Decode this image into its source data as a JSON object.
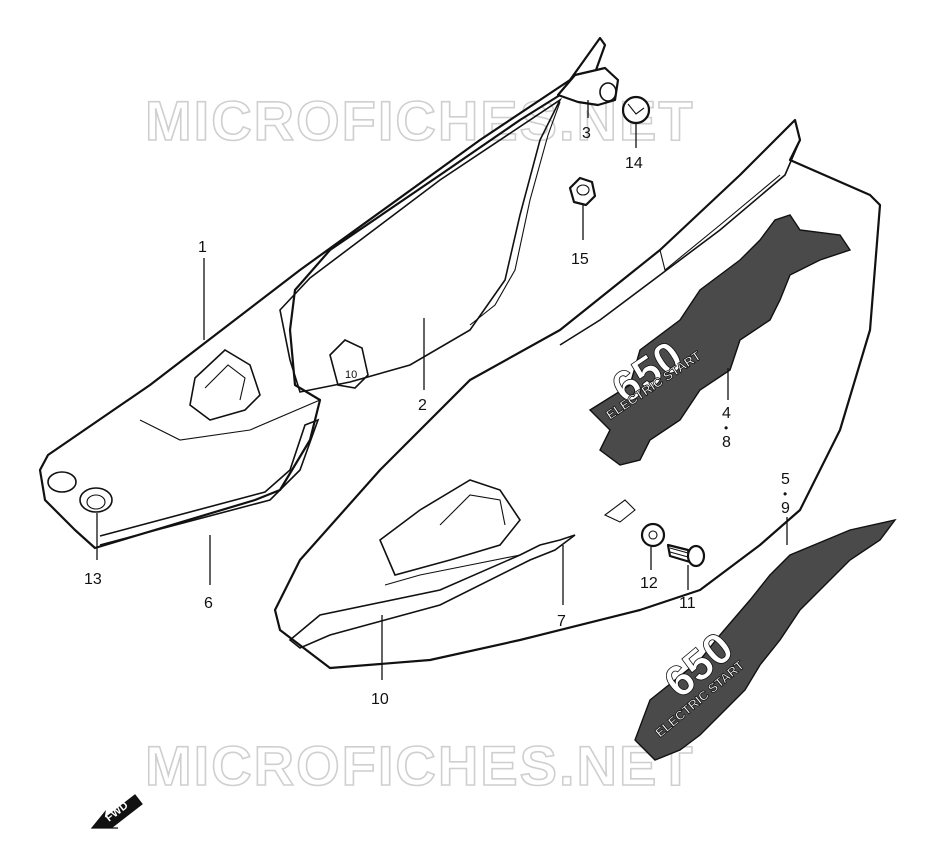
{
  "watermark": {
    "text": "MICROFICHES.NET"
  },
  "fwd_label": "FWD",
  "decal": {
    "model_text": "650",
    "subtitle": "ELECTRIC START"
  },
  "callouts": [
    {
      "id": "c1",
      "label": "1"
    },
    {
      "id": "c2",
      "label": "2"
    },
    {
      "id": "c3",
      "label": "3"
    },
    {
      "id": "c4",
      "label": "4"
    },
    {
      "id": "c8",
      "label": "8"
    },
    {
      "id": "c5",
      "label": "5"
    },
    {
      "id": "c9",
      "label": "9"
    },
    {
      "id": "c6",
      "label": "6"
    },
    {
      "id": "c7",
      "label": "7"
    },
    {
      "id": "c10",
      "label": "10"
    },
    {
      "id": "c11",
      "label": "11"
    },
    {
      "id": "c12",
      "label": "12"
    },
    {
      "id": "c13",
      "label": "13"
    },
    {
      "id": "c14",
      "label": "14"
    },
    {
      "id": "c15",
      "label": "15"
    }
  ],
  "dot_separator": "•"
}
